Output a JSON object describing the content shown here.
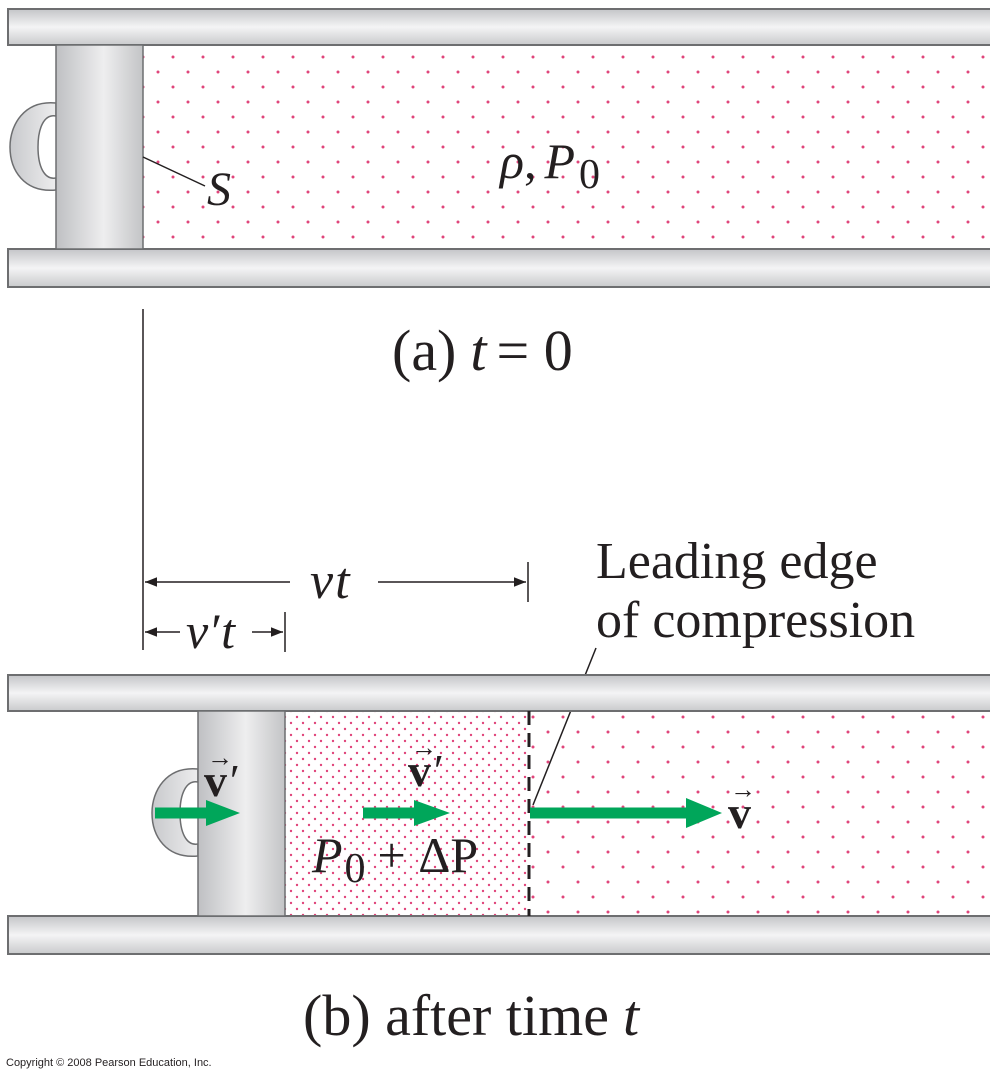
{
  "panel_a": {
    "surface_label": "S",
    "gas_label_rho": "ρ",
    "gas_label_sep": ",",
    "gas_label_P": "P",
    "gas_label_sub": "0",
    "caption_prefix": "(a)",
    "caption_var": "t",
    "caption_eq": "= 0"
  },
  "panel_b": {
    "vt_v": "v",
    "vt_t": "t",
    "vpt_v": "v",
    "vpt_prime": "′",
    "vpt_t": "t",
    "leading_edge_line1": "Leading edge",
    "leading_edge_line2": "of compression",
    "piston_velocity": "v",
    "piston_velocity_prime": "′",
    "gas_velocity": "v",
    "gas_velocity_prime": "′",
    "wave_velocity": "v",
    "arrow_glyph": "→",
    "compressed_P": "P",
    "compressed_sub": "0",
    "compressed_rest": "+ ΔP",
    "caption_prefix": "(b) after time",
    "caption_var": "t"
  },
  "colors": {
    "tube": "#d4d5d7",
    "tube_edge": "#6d6e70",
    "dots": "#e0457b",
    "arrow": "#00a65a",
    "text": "#231f20"
  },
  "copyright": "Copyright © 2008 Pearson Education, Inc."
}
